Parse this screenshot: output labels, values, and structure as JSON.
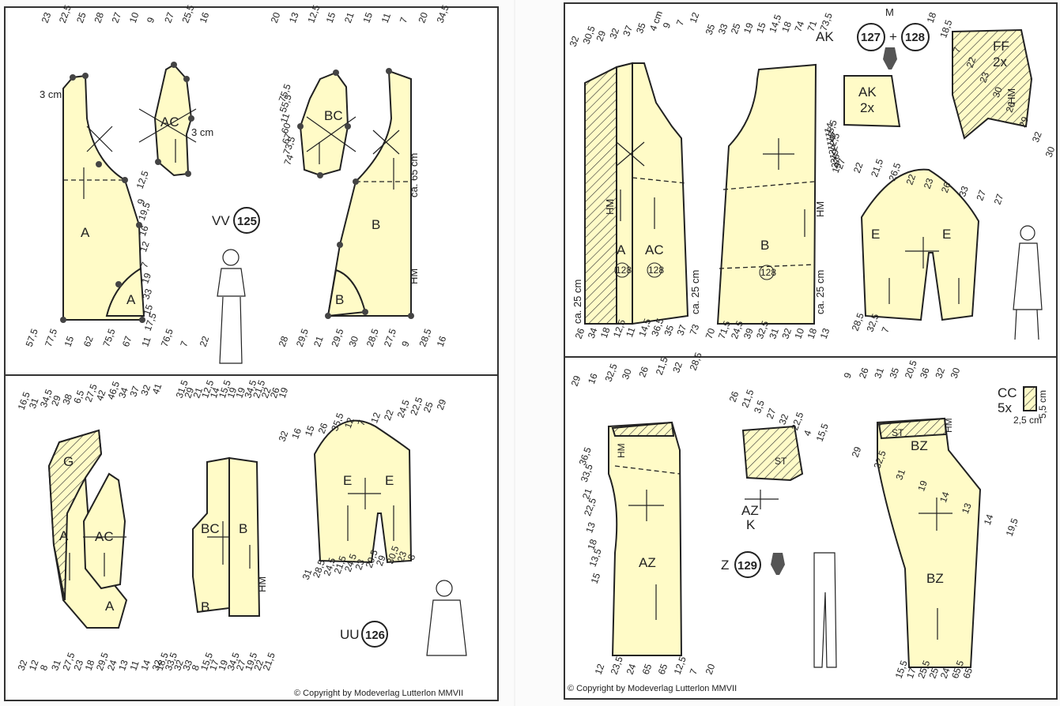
{
  "copyright_left": "© Copyright by Modeverlag Lutterlon MMVII",
  "copyright_right": "© Copyright by Modeverlag Lutterlon MMVII",
  "colors": {
    "piece_fill": "#fffbc7",
    "line": "#222222",
    "frame": "#333333"
  },
  "panels": {
    "vv": {
      "code": "VV",
      "number": "125",
      "pieces": [
        "A",
        "A",
        "AC",
        "BC",
        "B",
        "B"
      ],
      "notes": [
        "3 cm",
        "3 cm",
        "ca. 65 cm",
        "HM"
      ]
    },
    "uu": {
      "code": "UU",
      "number": "126",
      "pieces": [
        "G",
        "A",
        "AC",
        "A",
        "BC",
        "B",
        "B",
        "E",
        "E"
      ],
      "notes": [
        "HM"
      ]
    },
    "ak": {
      "code": "AK",
      "number_a": "127",
      "plus": "+",
      "number_b": "128",
      "m": "M",
      "pieces": [
        "A",
        "AC",
        "B",
        "AK",
        "2x",
        "FF",
        "2x",
        "E",
        "E"
      ],
      "marks": [
        "128",
        "128",
        "128"
      ],
      "notes": [
        "ca. 25 cm",
        "ca. 25 cm",
        "ca. 25 cm",
        "HM",
        "HM",
        "HM",
        "ca. 25 cm"
      ]
    },
    "z": {
      "code": "Z",
      "number": "129",
      "pieces": [
        "AZ",
        "AZ",
        "K",
        "BZ",
        "BZ",
        "CC",
        "5x"
      ],
      "notes": [
        "5,5 cm",
        "2,5 cm",
        "ST",
        "ST",
        "HM",
        "HM"
      ]
    }
  },
  "measurements": {
    "vv": [
      "23",
      "22,5",
      "25",
      "28",
      "27",
      "10",
      "9",
      "27",
      "25,5",
      "16",
      "20",
      "13",
      "12,5",
      "15",
      "21",
      "15",
      "11",
      "7",
      "20",
      "34,5",
      "57,5",
      "77,5",
      "15",
      "62",
      "75,5",
      "67",
      "11",
      "76,5",
      "7",
      "22",
      "28",
      "29,5",
      "21",
      "29,5",
      "30",
      "28,5",
      "27,5",
      "9",
      "28,5",
      "16",
      "12,5",
      "9",
      "19,5",
      "16",
      "12",
      "7",
      "19",
      "33",
      "15",
      "17,5",
      "75,5",
      "55,5",
      "11",
      "60",
      "67",
      "73,5",
      "74"
    ],
    "uu": [
      "16,5",
      "31",
      "34,5",
      "29",
      "38",
      "6,5",
      "27,5",
      "42",
      "46,5",
      "34",
      "37",
      "32",
      "41",
      "31,5",
      "29",
      "21",
      "12,5",
      "14",
      "15,5",
      "19",
      "19",
      "34,5",
      "21,5",
      "22",
      "26",
      "19",
      "32",
      "12",
      "8",
      "31",
      "27,5",
      "23",
      "18",
      "29,5",
      "24",
      "13",
      "11",
      "14",
      "32",
      "18,5",
      "33,5",
      "32",
      "33",
      "8",
      "15,5",
      "17",
      "19",
      "34,5",
      "27",
      "19,5",
      "22",
      "21,5",
      "32",
      "16",
      "15",
      "26",
      "35,5",
      "12",
      "7",
      "12",
      "22",
      "24,5",
      "22,5",
      "25",
      "29",
      "31",
      "28,5",
      "24,5",
      "21,5",
      "24,5",
      "23",
      "29,5",
      "29",
      "30,5",
      "23",
      "8"
    ],
    "ak": [
      "32",
      "30,5",
      "29",
      "32",
      "37",
      "35",
      "4 cm",
      "9",
      "7",
      "12",
      "35",
      "33",
      "25",
      "19",
      "15",
      "14,5",
      "18",
      "74",
      "71",
      "73,5",
      "26",
      "34",
      "18",
      "12,5",
      "11",
      "14,5",
      "36,5",
      "35",
      "37",
      "73",
      "70",
      "71,5",
      "24,5",
      "39",
      "32,5",
      "31",
      "32",
      "10",
      "18",
      "13",
      "14",
      "15,5",
      "15",
      "14",
      "12,5",
      "22",
      "19",
      "26",
      "27",
      "19",
      "18",
      "18,5",
      "7",
      "22",
      "23",
      "30",
      "26",
      "29",
      "32",
      "30",
      "27",
      "22",
      "21,5",
      "26,5",
      "22",
      "23",
      "26",
      "33",
      "27",
      "27",
      "28,5",
      "32,5",
      "7"
    ],
    "z": [
      "29",
      "16",
      "32,5",
      "30",
      "26",
      "21,5",
      "32",
      "28,5",
      "36,5",
      "33,5",
      "21",
      "22,5",
      "13",
      "18",
      "13,5",
      "15",
      "12",
      "23,5",
      "24",
      "65",
      "65",
      "12,5",
      "7",
      "20",
      "26",
      "21,5",
      "3,5",
      "27",
      "32",
      "22,5",
      "4",
      "15,5",
      "9",
      "26",
      "31",
      "35",
      "20,5",
      "36",
      "32",
      "30",
      "29",
      "32,5",
      "31",
      "19",
      "14",
      "13",
      "14",
      "19,5",
      "15,5",
      "17",
      "25,5",
      "25",
      "24",
      "65,5",
      "65"
    ]
  }
}
